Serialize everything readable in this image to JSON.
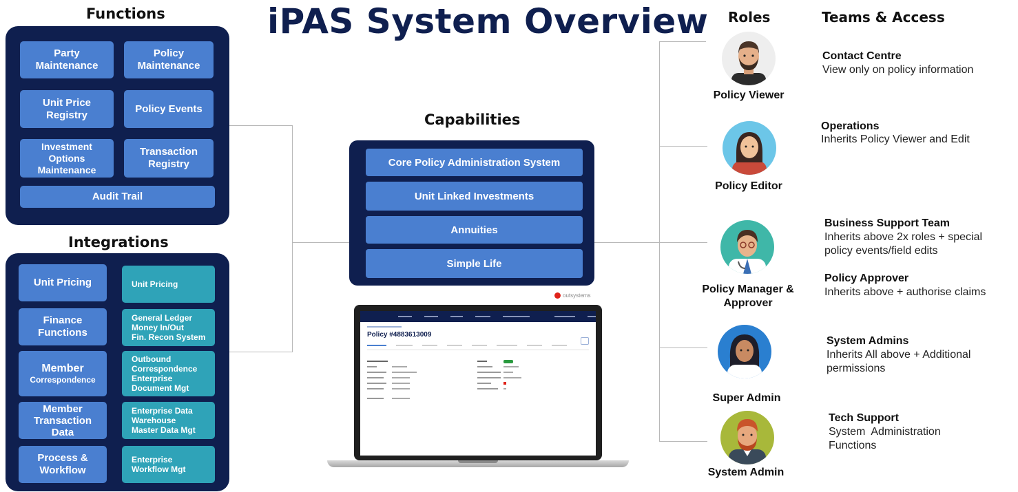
{
  "title": "iPAS System Overview",
  "functions": {
    "heading": "Functions",
    "items": [
      "Party Maintenance",
      "Policy Maintenance",
      "Unit Price Registry",
      "Policy Events",
      "Investment Options Maintenance",
      "Transaction Registry",
      "Audit Trail"
    ]
  },
  "integrations": {
    "heading": "Integrations",
    "left": [
      "Unit Pricing",
      "Finance Functions",
      "Member",
      "Correspondence",
      "Member Transaction Data",
      "Process & Workflow"
    ],
    "right": [
      "Unit Pricing",
      "General Ledger\nMoney In/Out\nFin. Recon System",
      "Outbound\nCorrespondence\nEnterprise\nDocument Mgt",
      "Enterprise Data\nWarehouse\nMaster Data Mgt",
      "Enterprise\nWorkflow Mgt"
    ]
  },
  "capabilities": {
    "heading": "Capabilities",
    "items": [
      "Core Policy Administration System",
      "Unit Linked Investments",
      "Annuities",
      "Simple Life"
    ]
  },
  "laptop": {
    "brand": "outsystems",
    "policy_title": "Policy #4883613009"
  },
  "roles": {
    "heading": "Roles",
    "items": [
      "Policy Viewer",
      "Policy Editor",
      "Policy Manager &\nApprover",
      "Super Admin",
      "System Admin"
    ]
  },
  "teams": {
    "heading": "Teams & Access",
    "items": [
      {
        "name": "Contact Centre",
        "desc": "View only on policy information"
      },
      {
        "name": "Operations",
        "desc": "Inherits Policy Viewer and Edit"
      },
      {
        "name": "Business Support Team",
        "desc": "Inherits above 2x roles + special policy events/field edits"
      },
      {
        "name": "Policy Approver",
        "desc": "Inherits above + authorise claims"
      },
      {
        "name": "System Admins",
        "desc": "Inherits All above + Additional permissions"
      },
      {
        "name": "Tech Support",
        "desc": "System  Administration Functions"
      }
    ]
  },
  "colors": {
    "navy": "#0f1f4f",
    "blue": "#4a7fd0",
    "teal": "#2fa3b8"
  }
}
